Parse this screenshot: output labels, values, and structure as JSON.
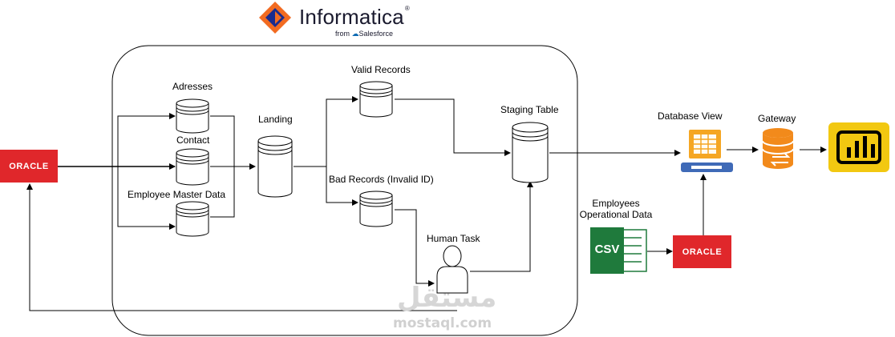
{
  "logo": {
    "brand": "Informatica",
    "sub_prefix": "from",
    "sub_brand": "Salesforce"
  },
  "sources": {
    "oracle_left": "ORACLE",
    "oracle_right": "ORACLE",
    "csv": "CSV"
  },
  "labels": {
    "adresses": "Adresses",
    "contact": "Contact",
    "employee_master": "Employee Master Data",
    "landing": "Landing",
    "valid_records": "Valid Records",
    "bad_records": "Bad Records (Invalid ID)",
    "staging_table": "Staging Table",
    "human_task": "Human Task",
    "database_view": "Database View",
    "gateway": "Gateway",
    "employees_op_line1": "Employees",
    "employees_op_line2": "Operational Data"
  },
  "watermark": {
    "arabic": "مستقل",
    "latin": "mostaql.com"
  },
  "colors": {
    "oracle_red": "#e0272b",
    "csv_green": "#1f7a3c",
    "db_view_orange": "#f5a623",
    "gateway_orange": "#f28a1b",
    "powerbi_yellow": "#f2c811",
    "informatica_orange": "#f26b21",
    "informatica_blue": "#1a2c8f"
  }
}
